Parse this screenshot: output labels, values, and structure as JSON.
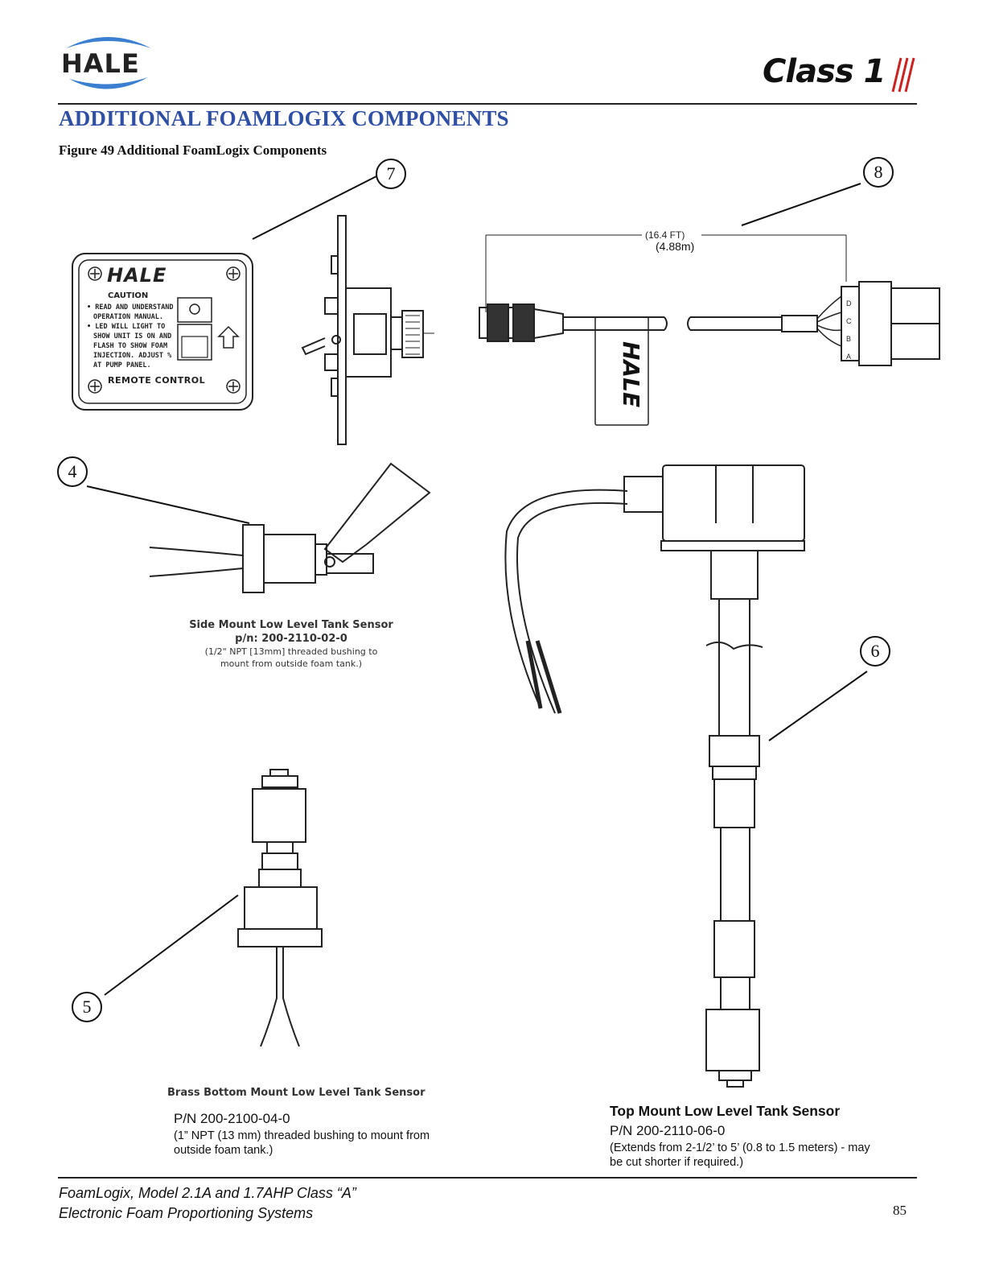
{
  "header": {
    "hale_logo_text": "HALE",
    "class1_logo_text": "Class 1"
  },
  "heading": "ADDITIONAL FOAMLOGIX COMPONENTS",
  "figure_caption": "Figure 49 Additional FoamLogix Components",
  "callouts": {
    "c7": "7",
    "c8": "8",
    "c4": "4",
    "c6": "6",
    "c5": "5"
  },
  "remote_panel": {
    "brand": "HALE",
    "caution": "CAUTION",
    "lines": [
      "• READ AND UNDERSTAND",
      "OPERATION MANUAL.",
      "• LED WILL LIGHT TO",
      "SHOW UNIT IS ON AND",
      "FLASH TO SHOW FOAM",
      "INJECTION. ADJUST %",
      "AT PUMP PANEL."
    ],
    "footer": "REMOTE CONTROL"
  },
  "cable": {
    "length_ft": "(16.4 FT)",
    "length_m": "(4.88m)",
    "tag_brand": "HALE",
    "pins": [
      "D",
      "C",
      "B",
      "A"
    ]
  },
  "side_mount": {
    "title": "Side Mount Low Level Tank Sensor",
    "pn": "p/n: 200-2110-02-0",
    "note1": "(1/2\" NPT [13mm] threaded bushing to",
    "note2": "mount from outside foam tank.)"
  },
  "brass_bottom": {
    "title": "Brass Bottom Mount Low Level Tank Sensor",
    "pn": "P/N 200-2100-04-0",
    "note1": "(1” NPT (13 mm) threaded bushing to mount from",
    "note2": "outside foam tank.)"
  },
  "top_mount": {
    "title": "Top Mount Low Level Tank Sensor",
    "pn": "P/N 200-2110-06-0",
    "note1": "(Extends from 2-1/2’ to 5’ (0.8 to 1.5 meters) - may",
    "note2": "be cut shorter if required.)"
  },
  "footer": {
    "line1": "FoamLogix, Model 2.1A and 1.7AHP Class “A”",
    "line2": "Electronic Foam Proportioning Systems",
    "page": "85"
  }
}
